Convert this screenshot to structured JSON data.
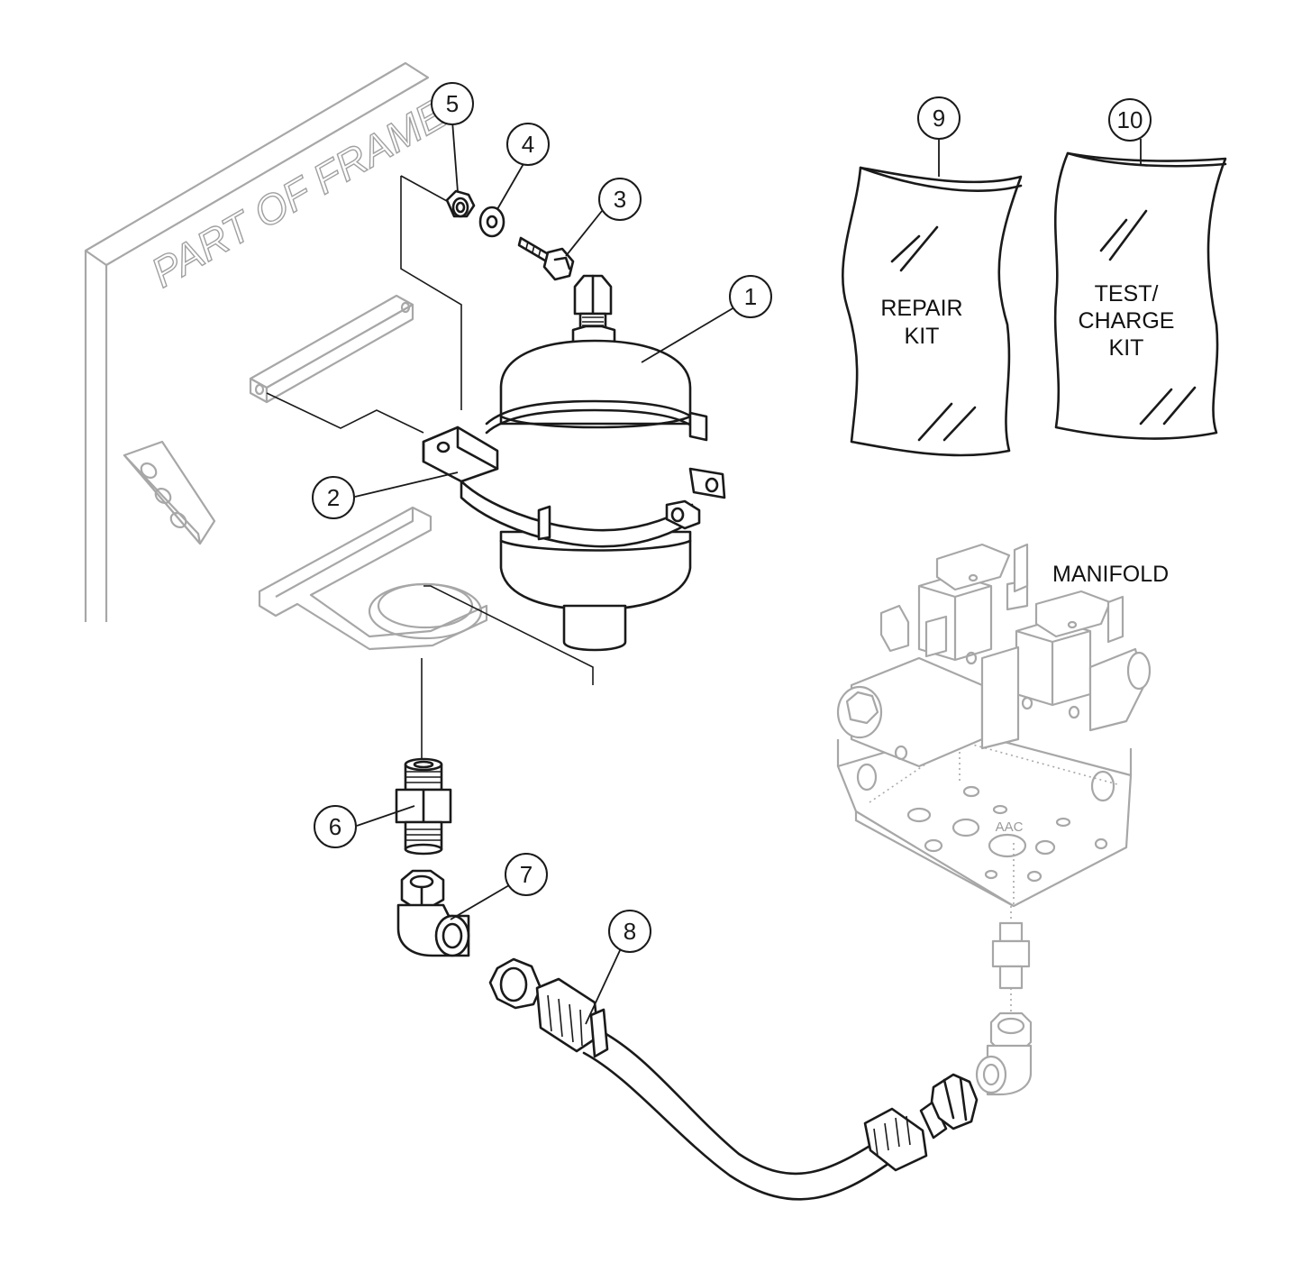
{
  "callouts": [
    {
      "id": "1",
      "label": "1"
    },
    {
      "id": "2",
      "label": "2"
    },
    {
      "id": "3",
      "label": "3"
    },
    {
      "id": "4",
      "label": "4"
    },
    {
      "id": "5",
      "label": "5"
    },
    {
      "id": "6",
      "label": "6"
    },
    {
      "id": "7",
      "label": "7"
    },
    {
      "id": "8",
      "label": "8"
    },
    {
      "id": "9",
      "label": "9"
    },
    {
      "id": "10",
      "label": "10"
    }
  ],
  "labels": {
    "frame": "PART OF FRAME",
    "manifold": "MANIFOLD",
    "port": "AAC",
    "repair_kit_line1": "REPAIR",
    "repair_kit_line2": "KIT",
    "test_kit_line1": "TEST/",
    "test_kit_line2": "CHARGE",
    "test_kit_line3": "KIT"
  },
  "colors": {
    "ink": "#1a1a1a",
    "ghost": "#a7a7a7",
    "background": "#ffffff"
  }
}
